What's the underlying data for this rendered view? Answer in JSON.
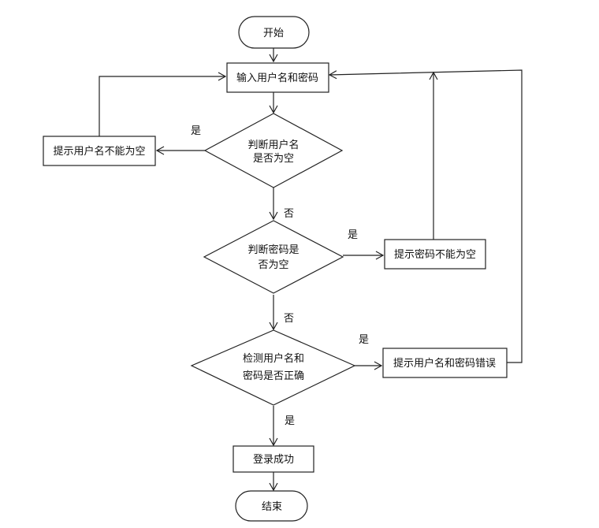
{
  "nodes": {
    "start": "开始",
    "input": "输入用户名和密码",
    "check_user_line1": "判断用户名",
    "check_user_line2": "是否为空",
    "user_empty_msg": "提示用户名不能为空",
    "check_pwd_line1": "判断密码是",
    "check_pwd_line2": "否为空",
    "pwd_empty_msg": "提示密码不能为空",
    "verify_line1": "检测用户名和",
    "verify_line2": "密码是否正确",
    "error_msg": "提示用户名和密码错误",
    "login_success": "登录成功",
    "end": "结束"
  },
  "edge_labels": {
    "user_empty_yes": "是",
    "user_empty_no": "否",
    "pwd_empty_yes": "是",
    "pwd_empty_no": "否",
    "verify_wrong": "是",
    "verify_ok": "是"
  }
}
